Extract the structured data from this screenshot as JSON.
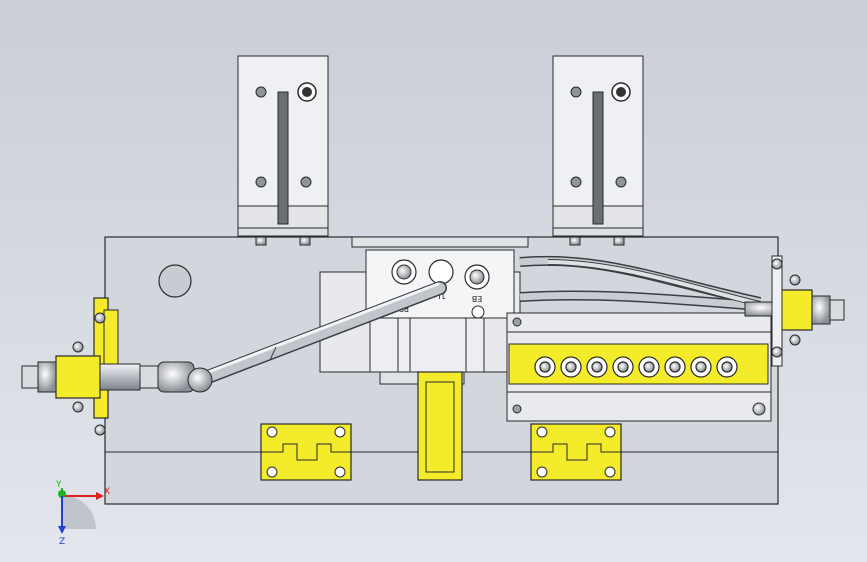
{
  "viewport": {
    "background_top": "#c9ced7",
    "background_bottom": "#e3e6ec"
  },
  "colors": {
    "yellow": "#f4ec2a",
    "plate": "#d3d6dc",
    "bracket": "#eef0f3",
    "steel": "#b9bdc4",
    "outline": "#2a2a2a"
  },
  "valve_markings": {
    "left": "PE",
    "middle": "1L",
    "right": "EB"
  },
  "axes": {
    "x_label": "X",
    "y_label": "Y",
    "z_label": "Z",
    "x_color": "#e02020",
    "y_color": "#20b020",
    "z_color": "#2040d0"
  },
  "icons": {
    "triad": "coordinate-triad-icon"
  }
}
